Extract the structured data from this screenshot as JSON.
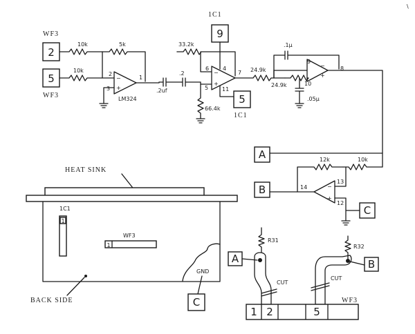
{
  "page": {
    "corner_mark": "\\"
  },
  "connectors": {
    "wf3_top": "WF3",
    "wf3_bottom": "WF3",
    "in2": "2",
    "in5": "5",
    "ic1_label": "1C1",
    "pin9_box": "9",
    "pin5_box": "5",
    "ic1_below": "1C1",
    "A": "A",
    "B": "B",
    "C": "C"
  },
  "resistors": {
    "r10k_a": "10k",
    "r10k_b": "10k",
    "r5k": "5k",
    "r33k": "33.2k",
    "r66k": "66.4k",
    "r249_a": "24.9k",
    "r249_b": "24.9k",
    "r12k": "12k",
    "r10k_c": "10k"
  },
  "capacitors": {
    "c_in": ".2uf",
    "c_2": ".2",
    "c_fb": ".1μ",
    "c_gnd": ".05μ"
  },
  "ics": {
    "u1": "LM324"
  },
  "pins": {
    "u1_p2": "2",
    "u1_p3": "3",
    "u1_p1": "1",
    "u2_p6": "6",
    "u2_p4": "4",
    "u2_p7": "7",
    "u2_p5": "5",
    "u2_p11": "11",
    "u3_p9": "9",
    "u3_p10": "10",
    "u3_p8": "8",
    "u4_p14": "14",
    "u4_p13": "13",
    "u4_p12": "12"
  },
  "board": {
    "heat_sink": "HEAT SINK",
    "ic1": "1C1",
    "ic1_pin": "1",
    "wf3": "WF3",
    "wf3_pin": "1",
    "gnd": "GND",
    "back_side": "BACK SIDE"
  },
  "detail": {
    "r31": "R31",
    "r32": "R32",
    "cut_1": "CUT",
    "cut_2": "CUT",
    "wf3": "WF3",
    "pin1": "1",
    "pin2": "2",
    "pin5": "5"
  }
}
